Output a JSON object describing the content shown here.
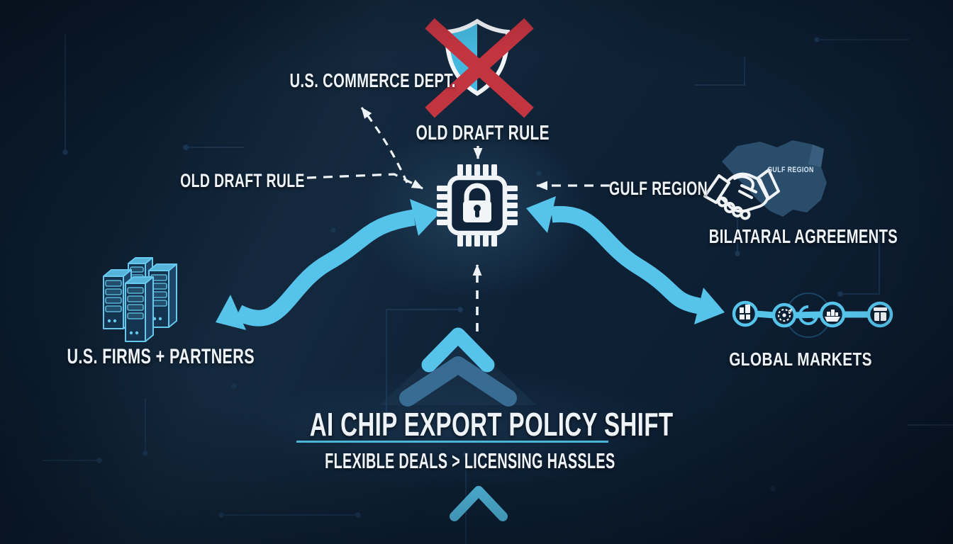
{
  "header": {
    "commerce_label": "U.S. COMMERCE DEPT.",
    "old_rule_top_label": "OLD DRAFT RULE"
  },
  "left_side": {
    "old_rule_label": "OLD DRAFT RULE",
    "firms_label": "U.S. FIRMS + PARTNERS"
  },
  "right_side": {
    "gulf_label": "GULF REGION",
    "map_caption": "GULF REGION",
    "bilateral_label": "BILATARAL AGREEMENTS",
    "markets_label": "GLOBAL MARKETS"
  },
  "footer": {
    "title": "AI CHIP EXPORT POLICY SHIFT",
    "subtitle": "FLEXIBLE DEALS > LICENSING HASSLES"
  },
  "icons": {
    "center": "chip-with-padlock-icon",
    "top": "shield-icon-crossed-out-by-red-x",
    "right": "handshake-icon-over-gulf-map",
    "left": "server-racks-icon",
    "markets": "supply-chain-circle-icons",
    "motion": "double-headed-curved-arrows, dashed-arrows, up-chevrons"
  },
  "colors": {
    "background": "#0d2034",
    "accent_blue": "#56c3ea",
    "shield_blue": "#49c0e8",
    "alert_red": "#c23440",
    "text_white": "#eef3f7",
    "map_fill": "#2d5170",
    "ghost_chevron": "#3f77a0"
  }
}
